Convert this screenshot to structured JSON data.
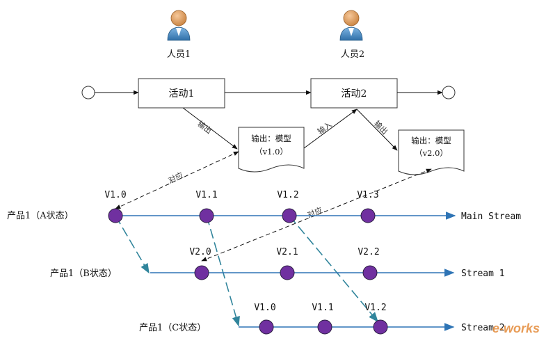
{
  "people": [
    {
      "label": "人员1",
      "icon": "person-icon"
    },
    {
      "label": "人员2",
      "icon": "person-icon"
    }
  ],
  "activities": [
    {
      "label": "活动1"
    },
    {
      "label": "活动2"
    }
  ],
  "documents": [
    {
      "line1": "输出：模型",
      "line2": "（v1.0）"
    },
    {
      "line1": "输出：模型",
      "line2": "（v2.0）"
    }
  ],
  "edge_labels": {
    "output1": "输出",
    "input2": "输入",
    "output2": "输出",
    "corr_a": "对应",
    "corr_b": "对应"
  },
  "streams": [
    {
      "label": "产品1（A状态）",
      "end_label": "Main Stream",
      "versions": [
        "V1.0",
        "V1.1",
        "V1.2",
        "V1.3"
      ]
    },
    {
      "label": "产品1（B状态）",
      "end_label": "Stream 1",
      "versions": [
        "V2.0",
        "V2.1",
        "V2.2"
      ]
    },
    {
      "label": "产品1（C状态）",
      "end_label": "Stream 2",
      "versions": [
        "V1.0",
        "V1.1",
        "V1.2"
      ]
    }
  ],
  "watermark": "e-works",
  "colors": {
    "node_fill": "#7030A0",
    "stream_line": "#2E74B5",
    "branch_line": "#31859C",
    "person_skin": "#E8A66B",
    "person_body": "#4A90C8"
  }
}
